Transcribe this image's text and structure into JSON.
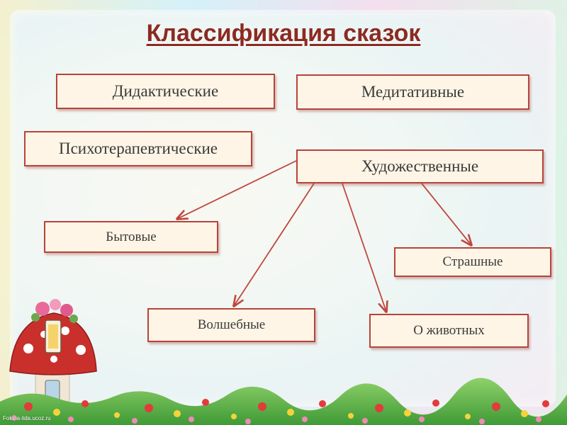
{
  "title": "Классификация сказок",
  "boxes": {
    "didactic": "Дидактические",
    "meditative": "Медитативные",
    "psychotherapeutic": "Психотерапевтические",
    "artistic": "Художественные",
    "everyday": "Бытовые",
    "scary": "Страшные",
    "magic": "Волшебные",
    "animals": "О животных"
  },
  "edges": [
    {
      "from": "artistic",
      "to": "everyday"
    },
    {
      "from": "artistic",
      "to": "magic"
    },
    {
      "from": "artistic",
      "to": "animals"
    },
    {
      "from": "artistic",
      "to": "scary"
    }
  ],
  "credit": "Fokina-lida.ucoz.ru",
  "colors": {
    "title": "#8b2b22",
    "box_border": "#b8433a",
    "box_fill": "#fff5e6",
    "arrow": "#c0473d"
  }
}
